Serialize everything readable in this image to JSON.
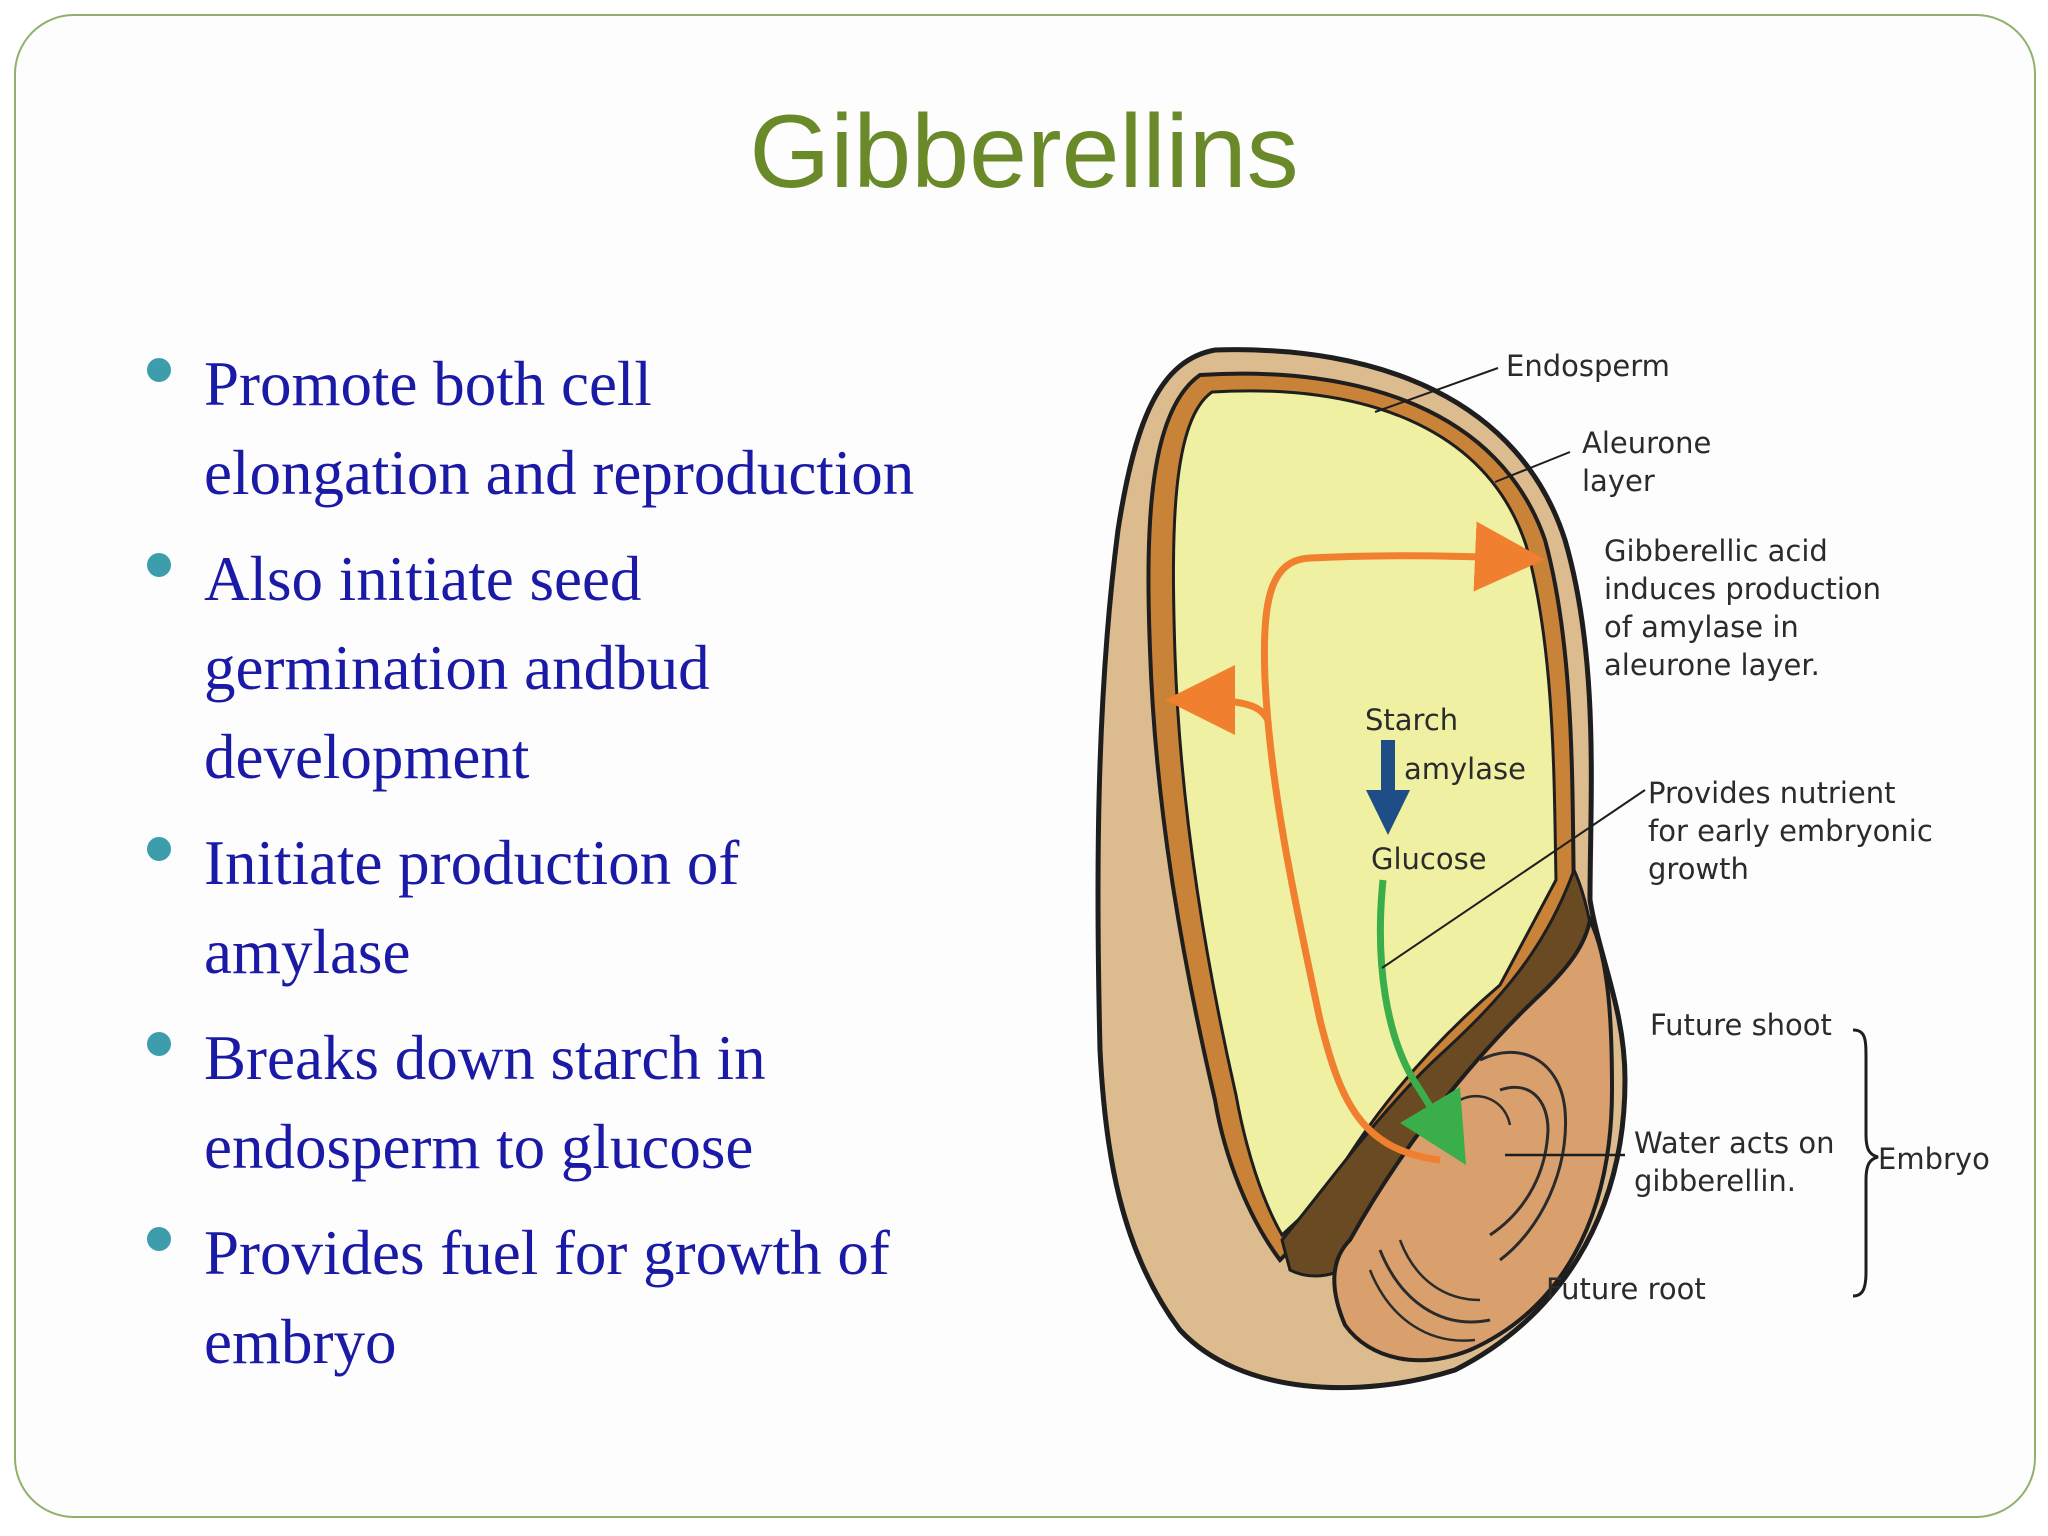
{
  "slide": {
    "title": "Gibberellins",
    "bullets": [
      {
        "line1": "Promote both cell",
        "line2": "elongation and reproduction"
      },
      {
        "line1": "Also initiate seed",
        "line2": "germination andbud",
        "line3": "development"
      },
      {
        "line1": "Initiate production of",
        "line2": "amylase"
      },
      {
        "line1": "Breaks down starch in",
        "line2": "endosperm to glucose"
      },
      {
        "line1": "Provides fuel for growth of",
        "line2": "embryo"
      }
    ]
  },
  "diagram": {
    "labels": {
      "endosperm": "Endosperm",
      "aleurone_1": "Aleurone",
      "aleurone_2": "layer",
      "ga_1": "Gibberellic acid",
      "ga_2": "induces production",
      "ga_3": "of amylase in",
      "ga_4": "aleurone layer.",
      "starch": "Starch",
      "amylase": "amylase",
      "glucose": "Glucose",
      "nutrient_1": "Provides nutrient",
      "nutrient_2": "for early embryonic",
      "nutrient_3": "growth",
      "future_shoot": "Future shoot",
      "water_1": "Water acts on",
      "water_2": "gibberellin.",
      "embryo": "Embryo",
      "future_root": "Future root"
    }
  },
  "colors": {
    "title": "#6a8a2a",
    "bullet_text": "#1a1aa6",
    "bullet_dot": "#3d9dad",
    "slide_border": "#8fb16c",
    "seed_coat": "#dcbb8e",
    "aleurone": "#c98338",
    "endosperm": "#eff0a2",
    "embryo": "#d9a06e",
    "scutellum": "#6a4a22",
    "orange_arrow": "#f07f2f",
    "blue_arrow": "#1f4e86",
    "green_arrow": "#3aae4a"
  }
}
